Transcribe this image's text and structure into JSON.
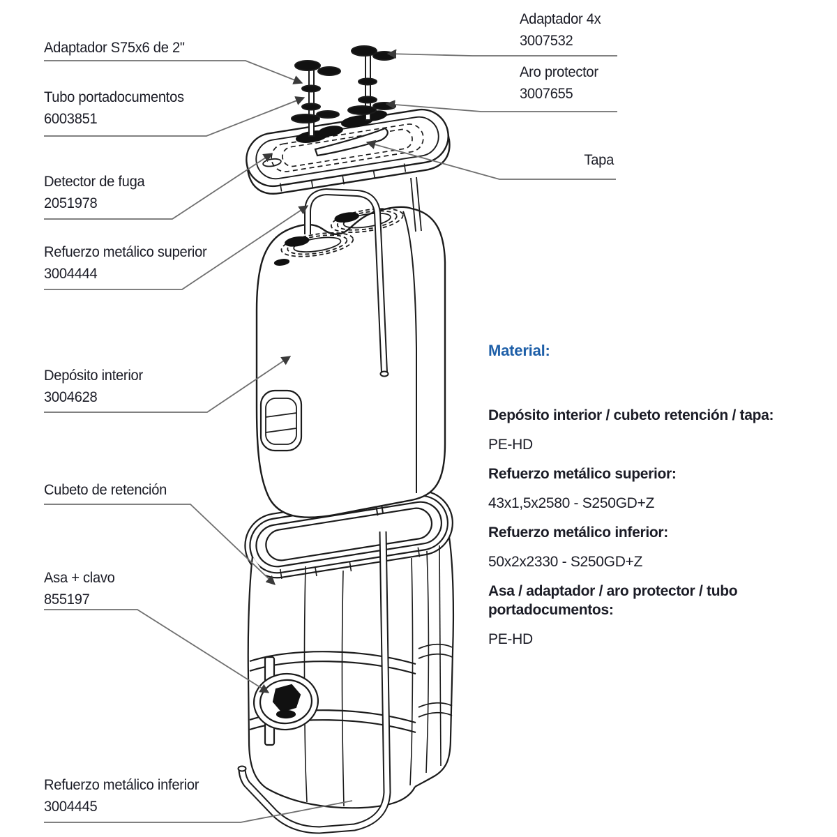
{
  "figure": {
    "type": "exploded-parts-diagram",
    "subject": "double-wall storage tank (depósito) with retention tub",
    "colors": {
      "background": "#ffffff",
      "line_art": "#1b1b1b",
      "leader_line": "#6f6f6f",
      "text_dark": "#1b1c26",
      "accent_blue": "#1e5fa8"
    }
  },
  "labels_left": [
    {
      "line1": "Adaptador S75x6 de 2\"",
      "line2": ""
    },
    {
      "line1": "Tubo portadocumentos",
      "line2": "6003851"
    },
    {
      "line1": "Detector de fuga",
      "line2": "2051978"
    },
    {
      "line1": "Refuerzo metálico superior",
      "line2": "3004444"
    },
    {
      "line1": "Depósito interior",
      "line2": "3004628"
    },
    {
      "line1": "Cubeto de retención",
      "line2": ""
    },
    {
      "line1": "Asa + clavo",
      "line2": "855197"
    },
    {
      "line1": "Refuerzo metálico inferior",
      "line2": "3004445"
    }
  ],
  "labels_right": [
    {
      "line1": "Adaptador 4x",
      "line2": "3007532"
    },
    {
      "line1": "Aro protector",
      "line2": "3007655"
    },
    {
      "line1": "Tapa",
      "line2": ""
    }
  ],
  "material": {
    "heading": "Material:",
    "rows": [
      {
        "text": "Depósito interior / cubeto retención / tapa:",
        "bold": true
      },
      {
        "text": "PE-HD",
        "bold": false
      },
      {
        "text": "Refuerzo metálico superior:",
        "bold": true
      },
      {
        "text": "43x1,5x2580 - S250GD+Z",
        "bold": false
      },
      {
        "text": "Refuerzo metálico inferior:",
        "bold": true
      },
      {
        "text": "50x2x2330 - S250GD+Z",
        "bold": false
      },
      {
        "text": "Asa / adaptador / aro protector / tubo portadocumentos:",
        "bold": true
      },
      {
        "text": "PE-HD",
        "bold": false
      }
    ]
  }
}
